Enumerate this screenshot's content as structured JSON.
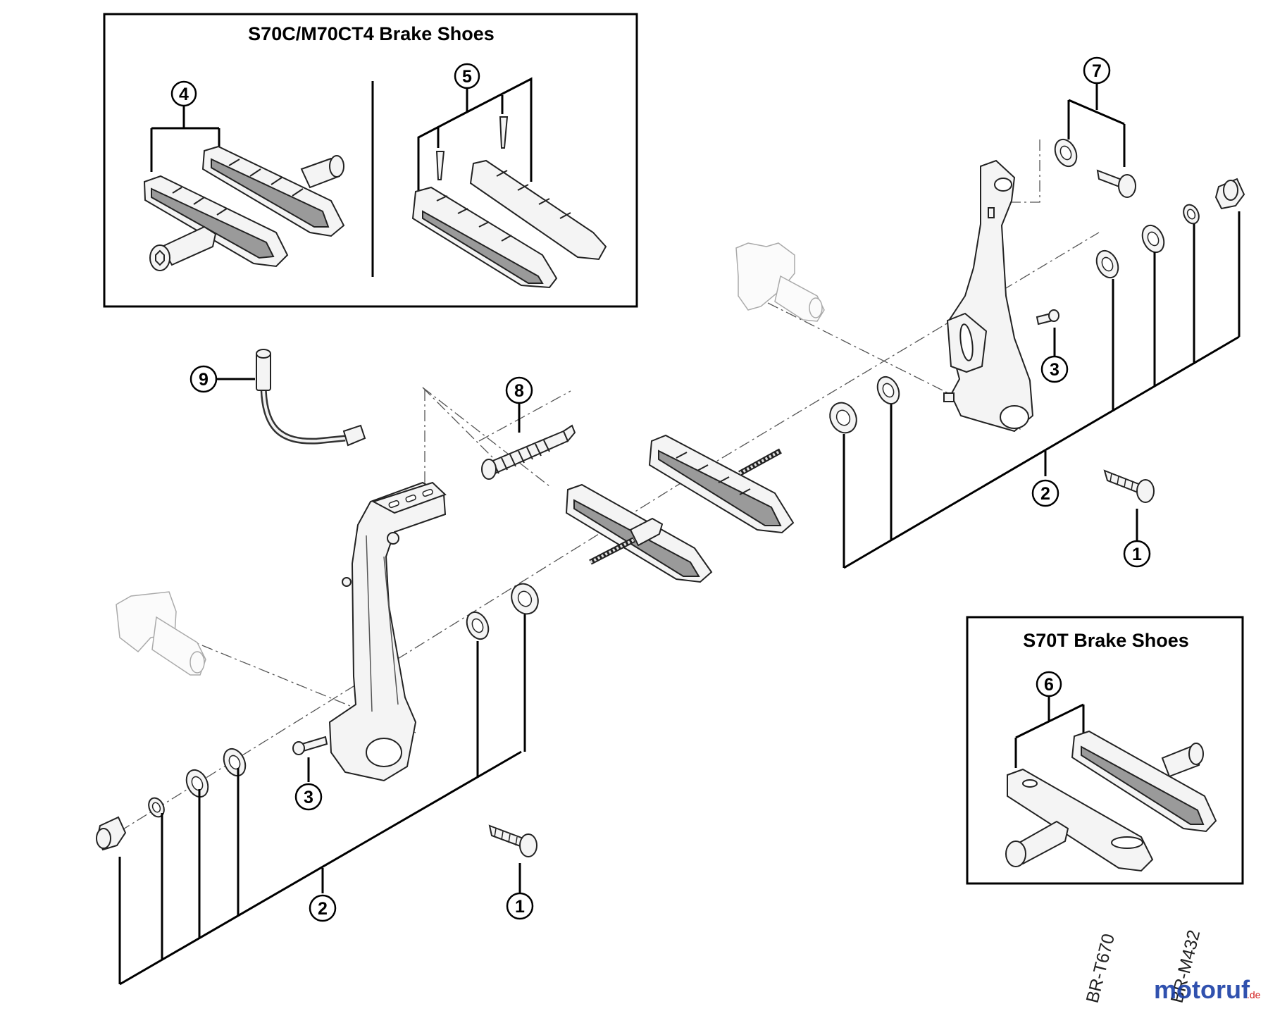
{
  "inset_top": {
    "title": "S70C/M70CT4 Brake Shoes"
  },
  "inset_bottom": {
    "title": "S70T Brake Shoes"
  },
  "callouts": {
    "c1": "1",
    "c2": "2",
    "c3": "3",
    "c4": "4",
    "c5": "5",
    "c6": "6",
    "c7": "7",
    "c8": "8",
    "c9": "9"
  },
  "model_codes": [
    "BR-T670",
    "BR-M432"
  ],
  "watermark": {
    "brand": "motoruf",
    "tld": ".de"
  },
  "colors": {
    "line": "#000000",
    "part_fill": "#f4f4f4",
    "pad_dark": "#9a9a9a",
    "watermark_blue": "#1a3fa6",
    "watermark_red": "#d21f1f"
  }
}
